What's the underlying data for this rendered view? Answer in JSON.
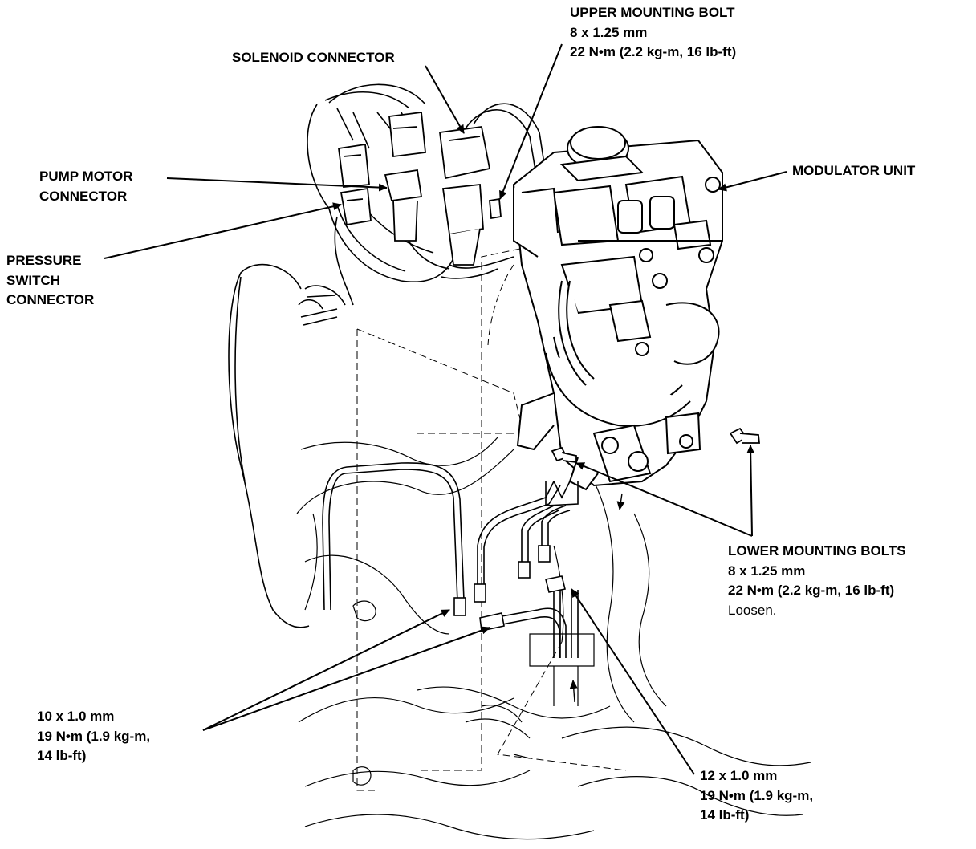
{
  "colors": {
    "ink": "#000000",
    "paper": "#ffffff"
  },
  "labels": {
    "upper_mounting_bolt": {
      "title": "UPPER MOUNTING BOLT",
      "size": "8 x 1.25 mm",
      "torque": "22 N•m (2.2 kg-m, 16 lb-ft)"
    },
    "solenoid_connector": {
      "title": "SOLENOID CONNECTOR"
    },
    "pump_motor_connector": {
      "line1": "PUMP MOTOR",
      "line2": "CONNECTOR"
    },
    "pressure_switch_connector": {
      "line1": "PRESSURE",
      "line2": "SWITCH",
      "line3": "CONNECTOR"
    },
    "modulator_unit": {
      "title": "MODULATOR UNIT"
    },
    "lower_mounting_bolts": {
      "title": "LOWER MOUNTING BOLTS",
      "size": "8 x 1.25 mm",
      "torque": "22 N•m (2.2 kg-m, 16 lb-ft)",
      "note": "Loosen."
    },
    "flare_nut_10": {
      "size": "10 x 1.0 mm",
      "torque_1": "19 N•m (1.9 kg-m,",
      "torque_2": "14 lb-ft)"
    },
    "flare_nut_12": {
      "size": "12 x 1.0 mm",
      "torque_1": "19 N•m (1.9 kg-m,",
      "torque_2": "14 lb-ft)"
    }
  }
}
